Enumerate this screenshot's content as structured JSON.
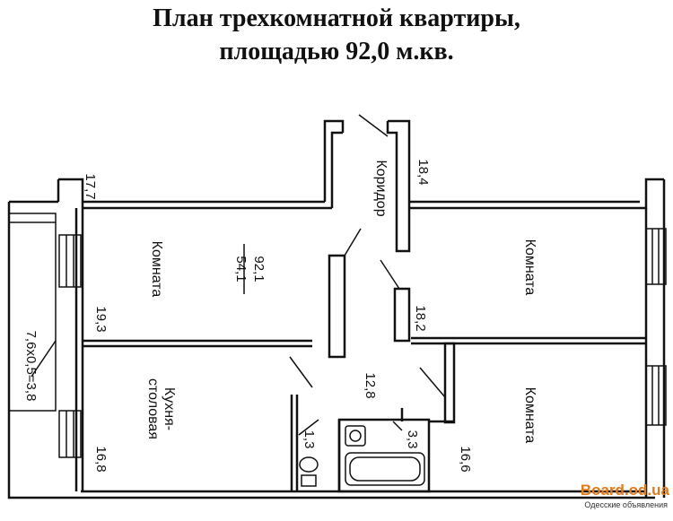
{
  "title": {
    "line1": "План трехкомнатной квартиры,",
    "line2": "площадью 92,0 м.кв."
  },
  "rooms": {
    "room_left": "Комната",
    "room_right_top": "Комната",
    "room_right_bottom": "Комната",
    "kitchen_line1": "Кухня-",
    "kitchen_line2": "столовая",
    "corridor": "Коридор"
  },
  "areas": {
    "total": "92,1",
    "living": "54,1",
    "room_left": "19,3",
    "kitchen": "16,8",
    "room_right_top": "18,2",
    "room_right_bottom": "16,6",
    "corridor_top": "18,4",
    "corridor_hall": "12,8",
    "toilet": "1,3",
    "bathroom": "3,3",
    "entry": "17,7",
    "balcony": "7,6x0,5=3,8"
  },
  "watermark": {
    "site": "Board.od.ua",
    "tagline": "Одесские объявления"
  }
}
